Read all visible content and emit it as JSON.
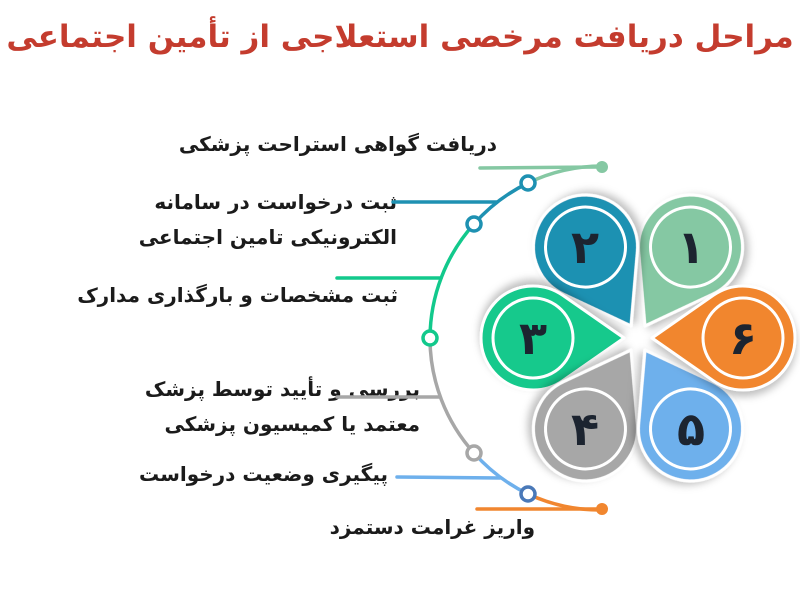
{
  "title": "مراحل دریافت مرخصی استعلاجی از تأمین اجتماعی",
  "steps": [
    {
      "number": "۱",
      "label": "دریافت گواهی استراحت پزشکی"
    },
    {
      "number": "۲",
      "label": "ثبت درخواست در سامانه\nالکترونیکی تامین اجتماعی"
    },
    {
      "number": "۳",
      "label": "ثبت مشخصات و بارگذاری مدارک"
    },
    {
      "number": "۴",
      "label": "بررسی و تأیید توسط پزشک\nمعتمد یا کمیسیون پزشکی"
    },
    {
      "number": "۵",
      "label": "پیگیری وضعیت درخواست"
    },
    {
      "number": "۶",
      "label": "واریز غرامت دستمزد"
    }
  ],
  "colors": {
    "background": "#ffffff",
    "title": "#C43C2E",
    "label_text": "#1B1B1B",
    "number_text": "#1C2430",
    "step1": "#85C8A3",
    "step2": "#1E91B2",
    "step3": "#12C98C",
    "step4": "#A7A7A7",
    "step5": "#6EB0EC",
    "step5_node": "#4A79B8",
    "step6": "#F1862F",
    "petal_ring": "#ffffff"
  }
}
